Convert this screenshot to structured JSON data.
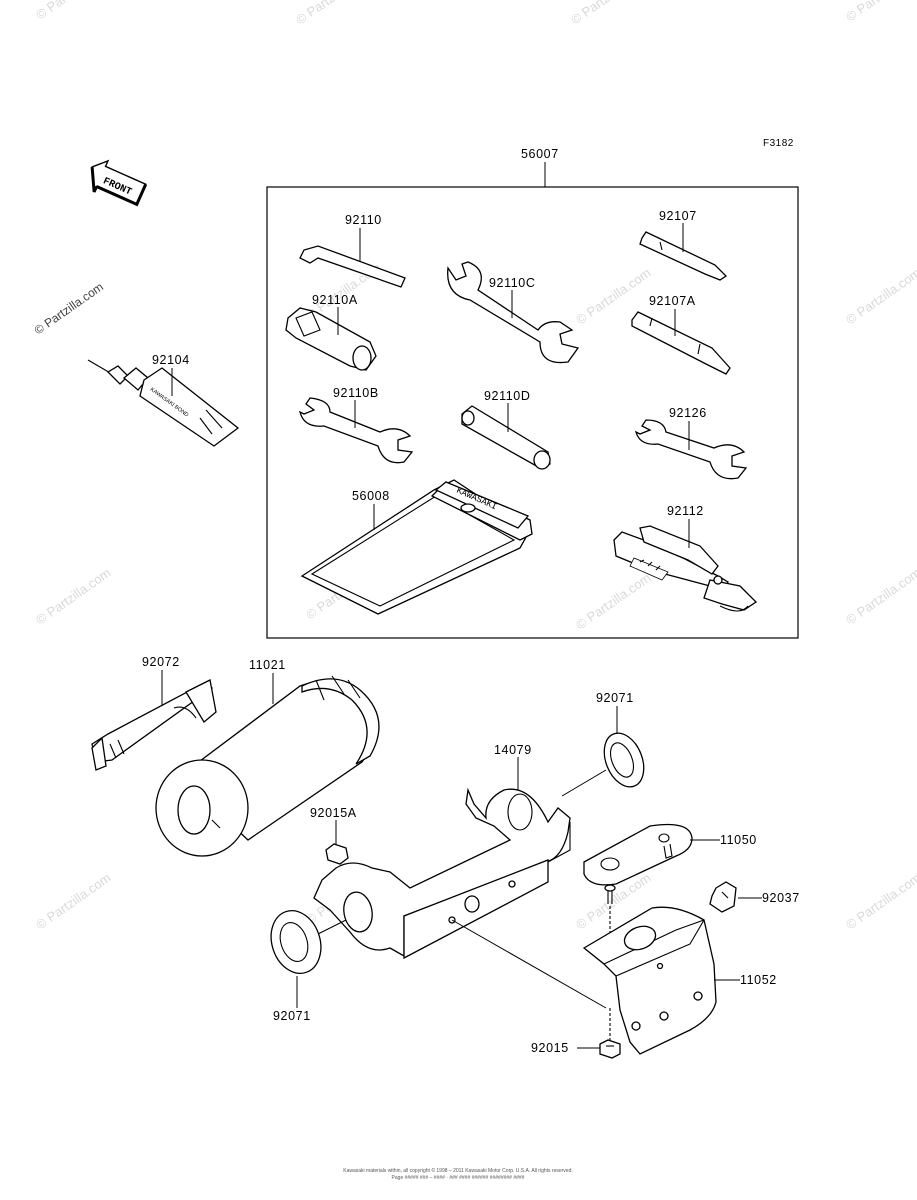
{
  "diagram": {
    "figure_ref": "F3182",
    "front_label": "FRONT",
    "watermark": "© Partzilla.com",
    "tube_text": "KAWASAKI BOND",
    "case_text": "KAWASAKI",
    "footer_line1": "Kawasaki materials within, all copyright © 1998 – 2011 Kawasaki Motor Corp. U.S.A. All rights reserved.",
    "footer_line2": "Page ##### ### – #### · ### #### ###### ######## ####",
    "parts": {
      "p56007": "56007",
      "p92110": "92110",
      "p92107": "92107",
      "p92110C": "92110C",
      "p92110A": "92110A",
      "p92107A": "92107A",
      "p92104": "92104",
      "p92110B": "92110B",
      "p92110D": "92110D",
      "p92126": "92126",
      "p56008": "56008",
      "p92112": "92112",
      "p92072": "92072",
      "p11021": "11021",
      "p92071_top": "92071",
      "p14079": "14079",
      "p92015A": "92015A",
      "p11050": "11050",
      "p92037": "92037",
      "p11052": "11052",
      "p92071_bottom": "92071",
      "p92015": "92015"
    }
  }
}
